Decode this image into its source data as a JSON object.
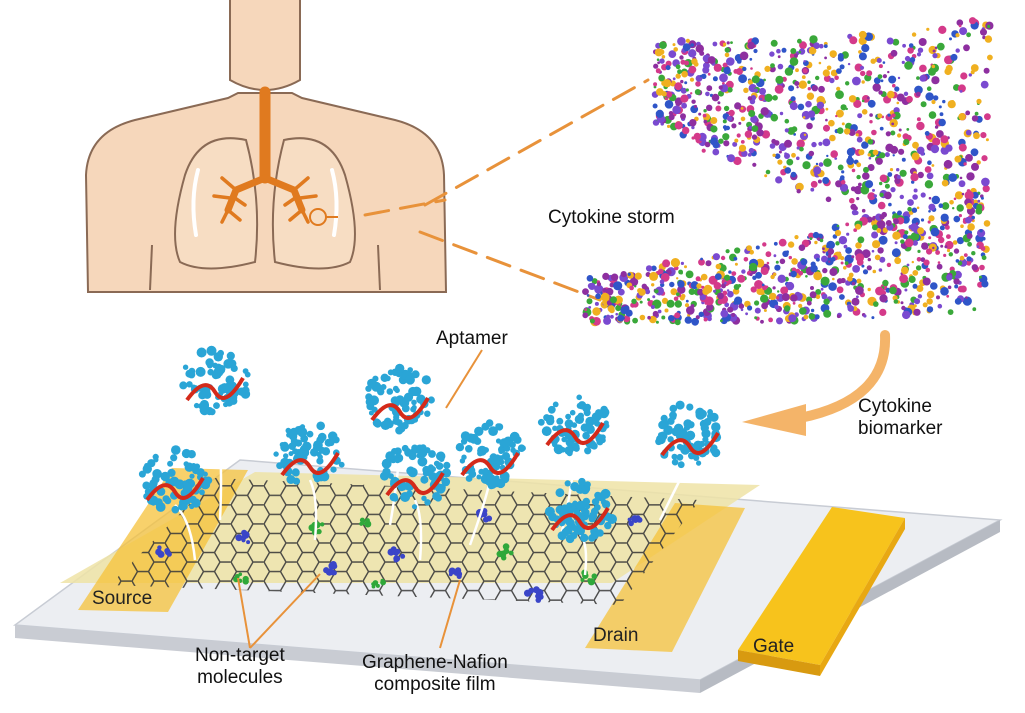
{
  "labels": {
    "cytokine_storm": "Cytokine storm",
    "aptamer": "Aptamer",
    "cytokine_biomarker_line1": "Cytokine",
    "cytokine_biomarker_line2": "biomarker",
    "source": "Source",
    "drain": "Drain",
    "gate": "Gate",
    "non_target_line1": "Non-target",
    "non_target_line2": "molecules",
    "film_line1": "Graphene-Nafion",
    "film_line2": "composite film"
  },
  "colors": {
    "skin": "#f6d7bb",
    "skin_outline": "#8a6a55",
    "lung_fill": "#f7ddc3",
    "airway": "#e07a1f",
    "arrow_orange": "#f0a040",
    "substrate": "#eceef2",
    "film": "#efe3a6",
    "electrode": "#f5c23a",
    "graphene_line": "#3a3a3a",
    "protein": "#2aa5d6",
    "aptamer_red": "#d42a1a",
    "nontarget_blue": "#3a45c8",
    "nontarget_green": "#2fa83a",
    "particle_colors": [
      "#8e2fa0",
      "#2f55c8",
      "#3aa83a",
      "#f0b020",
      "#d43a8a",
      "#7a4ad0"
    ]
  }
}
